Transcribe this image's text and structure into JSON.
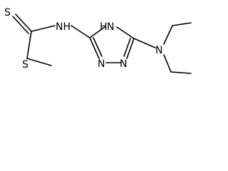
{
  "structure": {
    "atoms": {
      "thione_s": "S",
      "amide_nh": "NH",
      "thioether_s": "S",
      "ring_nh_h": "H",
      "ring_nh_n": "N",
      "ring_n1": "N",
      "ring_n2": "N",
      "diethylamino_n": "N"
    }
  }
}
